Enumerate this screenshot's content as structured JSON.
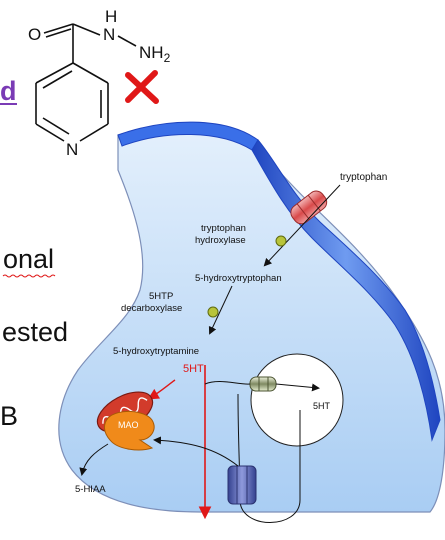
{
  "structure": {
    "atom_o": "O",
    "atom_h": "H",
    "atom_n_amide": "N",
    "atom_nh2": "NH",
    "atom_nh2_sub": "2",
    "atom_n_ring": "N"
  },
  "left_fragments": {
    "d": "d",
    "onal": "onal",
    "ested": "ested",
    "b": "B"
  },
  "labels": {
    "tryptophan": "tryptophan",
    "tryptophan_hydroxylase_1": "tryptophan",
    "tryptophan_hydroxylase_2": "hydroxylase",
    "hydroxytryptophan": "5-hydroxytryptophan",
    "htp_decarboxylase_1": "5HTP",
    "htp_decarboxylase_2": "decarboxylase",
    "hydroxytryptamine": "5-hydroxytryptamine",
    "five_ht_red": "5HT",
    "five_ht_vesicle": "5HT",
    "mao": "MAO",
    "five_hiaa": "5-HIAA"
  },
  "colors": {
    "neuron_fill": "#bcd9f7",
    "neuron_stroke": "#7d8fb8",
    "membrane_blue": "#2f63e0",
    "red": "#e01818",
    "fragment_purple": "#7a3bb5",
    "enzyme_green": "#b8c43a",
    "mao_orange": "#f08a1a",
    "transporter_blue": "#5a68b8"
  }
}
